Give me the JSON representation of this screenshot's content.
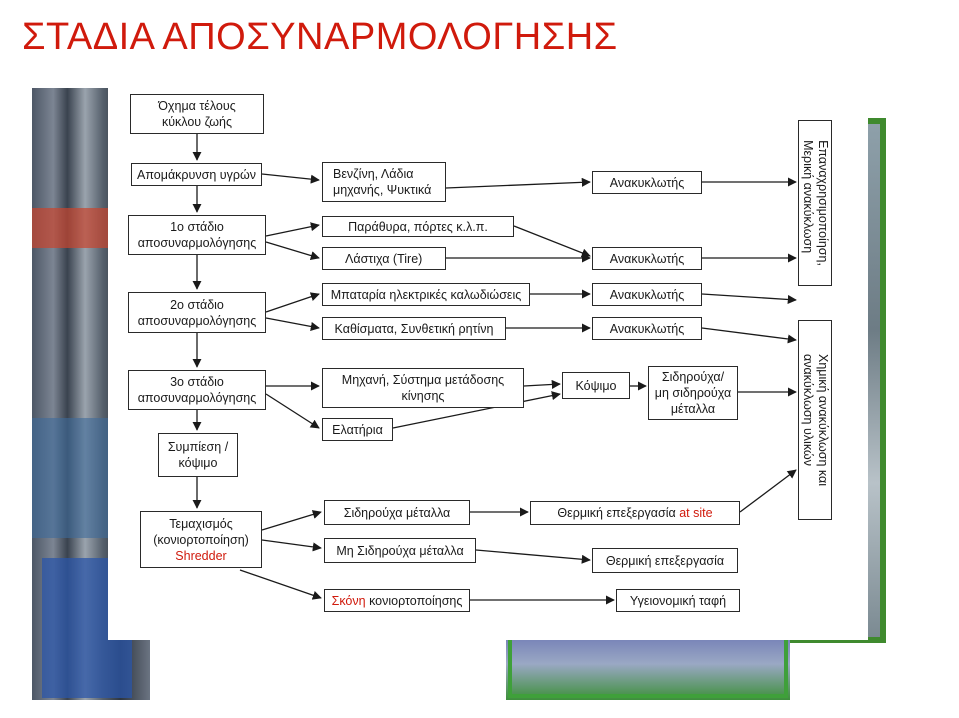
{
  "title": "ΣΤΑΔΙΑ ΑΠΟΣΥΝΑΡΜΟΛΟΓΗΣΗΣ",
  "stages": {
    "vehicle": [
      "Όχημα τέλους",
      "κύκλου ζωής"
    ],
    "fluids": "Απομάκρυνση υγρών",
    "stage1": [
      "1ο στάδιο",
      "αποσυναρμολόγησης"
    ],
    "stage2": [
      "2ο στάδιο",
      "αποσυναρμολόγησης"
    ],
    "stage3": [
      "3ο στάδιο",
      "αποσυναρμολόγησης"
    ],
    "compress": [
      "Συμπίεση /",
      "κόψιμο"
    ],
    "shred": [
      "Τεμαχισμός",
      "(κονιορτοποίηση)",
      "Shredder"
    ]
  },
  "materials": {
    "fuel": [
      "Βενζίνη, Λάδια",
      "μηχανής, Ψυκτικά"
    ],
    "windows": "Παράθυρα, πόρτες κ.λ.π.",
    "tires": "Λάστιχα (Tire)",
    "battery": "Μπαταρία ηλεκτρικές καλωδιώσεις",
    "seats": "Καθίσματα, Συνθετική ρητίνη",
    "engine": [
      "Μηχανή, Σύστημα μετάδοσης",
      "κίνησης"
    ],
    "springs": "Ελατήρια",
    "ferrous": "Σιδηρούχα μέταλλα",
    "nonferrous": "Μη Σιδηρούχα μέταλλα",
    "dust_prefix": "Σκόνη",
    "dust_suffix": " κονιορτοποίησης"
  },
  "processing": {
    "recycler1": "Ανακυκλωτής",
    "recycler2": "Ανακυκλωτής",
    "recycler3": "Ανακυκλωτής",
    "recycler4": "Ανακυκλωτής",
    "cutting": "Κόψιμο",
    "metals": [
      "Σιδηρούχα/",
      "μη σιδηρούχα",
      "μέταλλα"
    ],
    "thermal_site_prefix": "Θερμική επεξεργασία ",
    "thermal_site_suffix": "at site",
    "thermal": "Θερμική επεξεργασία",
    "landfill": "Υγειονομική ταφή"
  },
  "outcomes": {
    "reuse": [
      "Επαναχρησιμοποίηση,",
      "Μερική ανακύκλωση"
    ],
    "chemical": [
      "Χημική ανακύκλωση και",
      "ανακύκλωση υλικών"
    ]
  },
  "colors": {
    "title": "#d01a0c",
    "accent_red": "#d01a0c",
    "green_frame": "#3f8a2e"
  }
}
